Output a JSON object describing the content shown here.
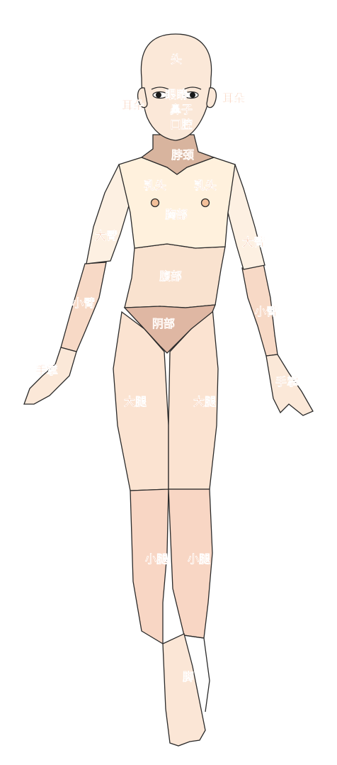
{
  "colors": {
    "label": "#e9722e",
    "skin": "#fbe8d8",
    "upper_arm": "#fdf0e2",
    "forearm": "#f7d9c6",
    "torso_upper": "#fff1dd",
    "belly": "#f9e2cf",
    "neck": "#d8b49e",
    "groin": "#dfb7a3",
    "thigh": "#fbe3d1",
    "calf": "#f8d6c4",
    "foot": "#fbe6d6",
    "nipple": "#f3c09a"
  },
  "labels": {
    "head": "头",
    "ear_left": "耳朵",
    "ear_right": "耳朵",
    "eyes": "眼睛",
    "nose": "鼻子",
    "mouth": "口腔",
    "neck": "脖颈",
    "nipple_left": "乳头",
    "nipple_right": "乳头",
    "chest": "胸部",
    "upper_arm_left": "大臂",
    "upper_arm_right": "大臂",
    "belly": "腹部",
    "forearm_left": "小臂",
    "forearm_right": "小臂",
    "groin": "阴部",
    "palm_left": "手掌",
    "palm_right": "手掌",
    "thigh_left": "大腿",
    "thigh_right": "大腿",
    "calf_left": "小腿",
    "calf_right": "小腿",
    "foot": "脚"
  }
}
